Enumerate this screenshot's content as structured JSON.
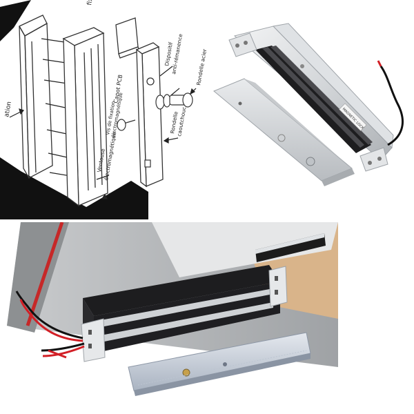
{
  "diagram": {
    "callouts": {
      "fixation": "ation",
      "fixing_top": "fixa",
      "capot_pcb": "Capot PCB",
      "vis_fixation": "Vis de fixation",
      "vis_fixation_2": "électromagnétique",
      "ventouse": "Ventouse",
      "ventouse_2": "électromagnétique",
      "dispositif": "Dispositif",
      "anti_remanence": "anti-rémanence",
      "rondelle_acier": "Rondelle acier",
      "rondelle_caoutchouc": "Rondelle",
      "rondelle_caoutchouc_2": "caoutchouc"
    }
  },
  "product": {
    "label_text": "MAGNETIC LOCK"
  },
  "colors": {
    "aluminum_light": "#e6e8ea",
    "aluminum_mid": "#c9ccd0",
    "aluminum_dark": "#9ea3a8",
    "magnet_black": "#1d1d1f",
    "wire_red": "#d21f26",
    "wire_black": "#111111",
    "wall_orange": "#d9b48a",
    "ceiling_gray": "#b7b9bb"
  }
}
